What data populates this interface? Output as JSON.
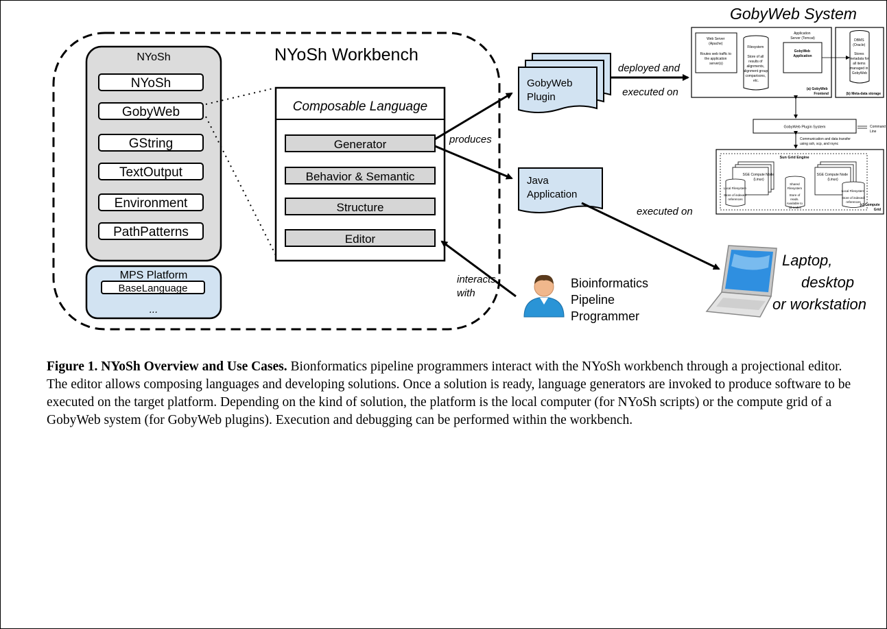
{
  "workbench": {
    "title": "NYoSh Workbench",
    "nyosh_group": {
      "title": "NYoSh",
      "items": [
        "NYoSh",
        "GobyWeb",
        "GString",
        "TextOutput",
        "Environment",
        "PathPatterns"
      ]
    },
    "mps_group": {
      "title": "MPS Platform",
      "items": [
        "BaseLanguage"
      ],
      "ellipsis": "..."
    },
    "composable": {
      "title": "Composable Language",
      "layers": [
        "Generator",
        "Behavior & Semantic",
        "Structure",
        "Editor"
      ]
    }
  },
  "artifacts": {
    "plugin": "GobyWeb Plugin",
    "java": "Java Application"
  },
  "arrow_labels": {
    "produces": "produces",
    "deployed": "deployed and executed on",
    "executed_on": "executed on",
    "interacts": "interacts with"
  },
  "user": {
    "label": "Bioinformatics Pipeline Programmer"
  },
  "laptop": {
    "label": "Laptop, desktop or workstation"
  },
  "gobyweb_system": {
    "title": "GobyWeb System",
    "web_server": "Web Server (Apache)",
    "web_server_note": "Routes web traffic to the application server(s)",
    "filesystem": "Filesystem",
    "filesystem_note": "Store of all results of alignments, alignment group comparisons, etc.",
    "app_server": "Application Server (Tomcat)",
    "gobyweb_app": "GobyWeb Application",
    "frontend_label": "(a) GobyWeb Frontend",
    "dbms": "DBMS (Oracle)",
    "dbms_note": "Stores metadata for all items managed in GobyWeb",
    "metadata_label": "(b) Meta-data storage",
    "plugin_system": "GobyWeb Plugin System",
    "command_line": "Command Line",
    "transfer_note": "Communication and data transfer using ssh, scp, and rsync",
    "sge": "Sun Grid Engine",
    "sge_node": "SGE Compute Node (Linux)",
    "local_fs": "Local Filesystem",
    "local_fs_note": "Store of indexed references",
    "shared_fs": "Shared Filesystem",
    "shared_fs_note": "Store of reads. Available to all nodes",
    "grid_label": "(c) Compute Grid"
  },
  "caption": {
    "bold": "Figure 1. NYoSh Overview and Use Cases.",
    "text": " Bionformatics pipeline programmers interact with the NYoSh workbench through a projectional editor. The editor allows composing languages and developing solutions. Once a solution is ready, language generators are invoked to produce software to be executed on the target platform. Depending on the kind of solution, the platform is the local computer (for NYoSh scripts) or the compute grid of a GobyWeb system (for GobyWeb plugins). Execution and debugging can be performed within the workbench."
  },
  "colors": {
    "panel_gray": "#dcdcdc",
    "layer_gray": "#d6d6d6",
    "light_blue": "#d2e3f2",
    "ink": "#000000"
  }
}
